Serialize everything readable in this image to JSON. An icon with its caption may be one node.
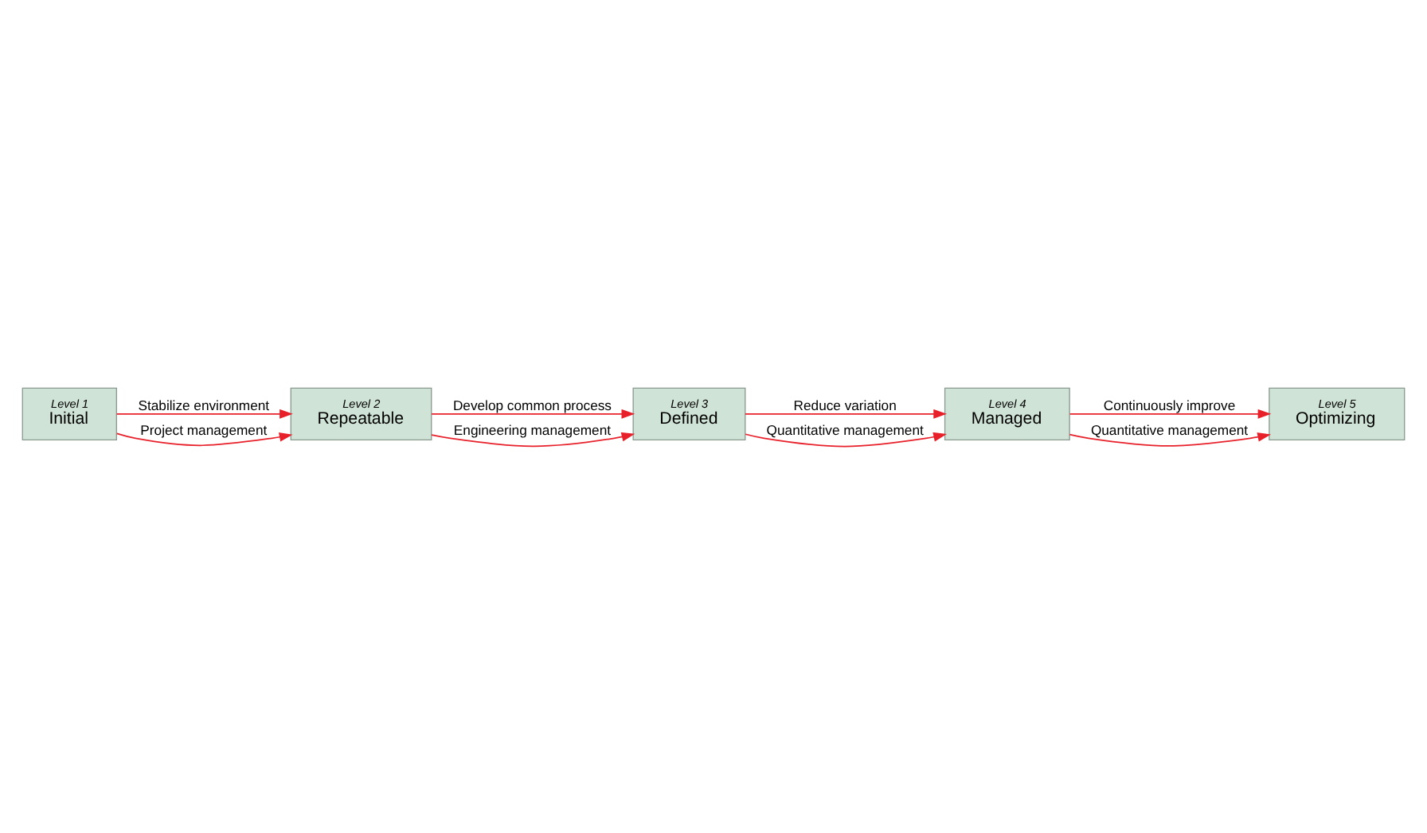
{
  "diagram": {
    "nodes": [
      {
        "text": [
          "Level 1",
          "Initial"
        ]
      },
      {
        "text": [
          "Level 2",
          "Repeatable"
        ]
      },
      {
        "text": [
          "Level 3",
          "Defined"
        ]
      },
      {
        "text": [
          "Level 4",
          "Managed"
        ]
      },
      {
        "text": [
          "Level 5",
          "Optimizing"
        ]
      }
    ],
    "edges": [
      {
        "from": 0,
        "to": 1,
        "arrow": "to",
        "label": "Stabilize environment"
      },
      {
        "from": 0,
        "to": 1,
        "arrow": "to",
        "label": "Project management"
      },
      {
        "from": 1,
        "to": 2,
        "arrow": "to",
        "label": "Develop common process"
      },
      {
        "from": 1,
        "to": 2,
        "arrow": "to",
        "label": "Engineering management"
      },
      {
        "from": 2,
        "to": 3,
        "arrow": "to",
        "label": "Reduce variation"
      },
      {
        "from": 2,
        "to": 3,
        "arrow": "to",
        "label": "Quantitative management"
      },
      {
        "from": 3,
        "to": 4,
        "arrow": "to",
        "label": "Continuously improve"
      },
      {
        "from": 3,
        "to": 4,
        "arrow": "to",
        "label": "Quantitative management"
      }
    ]
  }
}
